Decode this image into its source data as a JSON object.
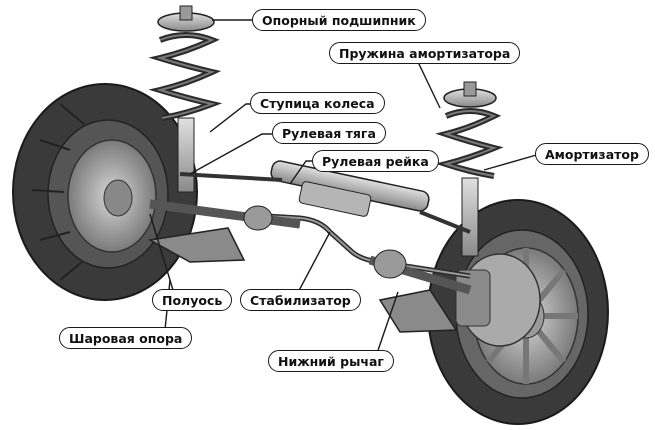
{
  "labels": {
    "top_mount": "Опорный подшипник",
    "spring": "Пружина амортизатора",
    "hub": "Ступица колеса",
    "tie_rod": "Рулевая тяга",
    "rack": "Рулевая рейка",
    "shock": "Амортизатор",
    "axle_shaft": "Полуось",
    "stabilizer": "Стабилизатор",
    "ball_joint": "Шаровая опора",
    "lower_arm": "Нижний рычаг"
  },
  "colors": {
    "tire": "#3a3a3a",
    "metal": "#9a9a9a",
    "outline": "#1a1a1a"
  }
}
